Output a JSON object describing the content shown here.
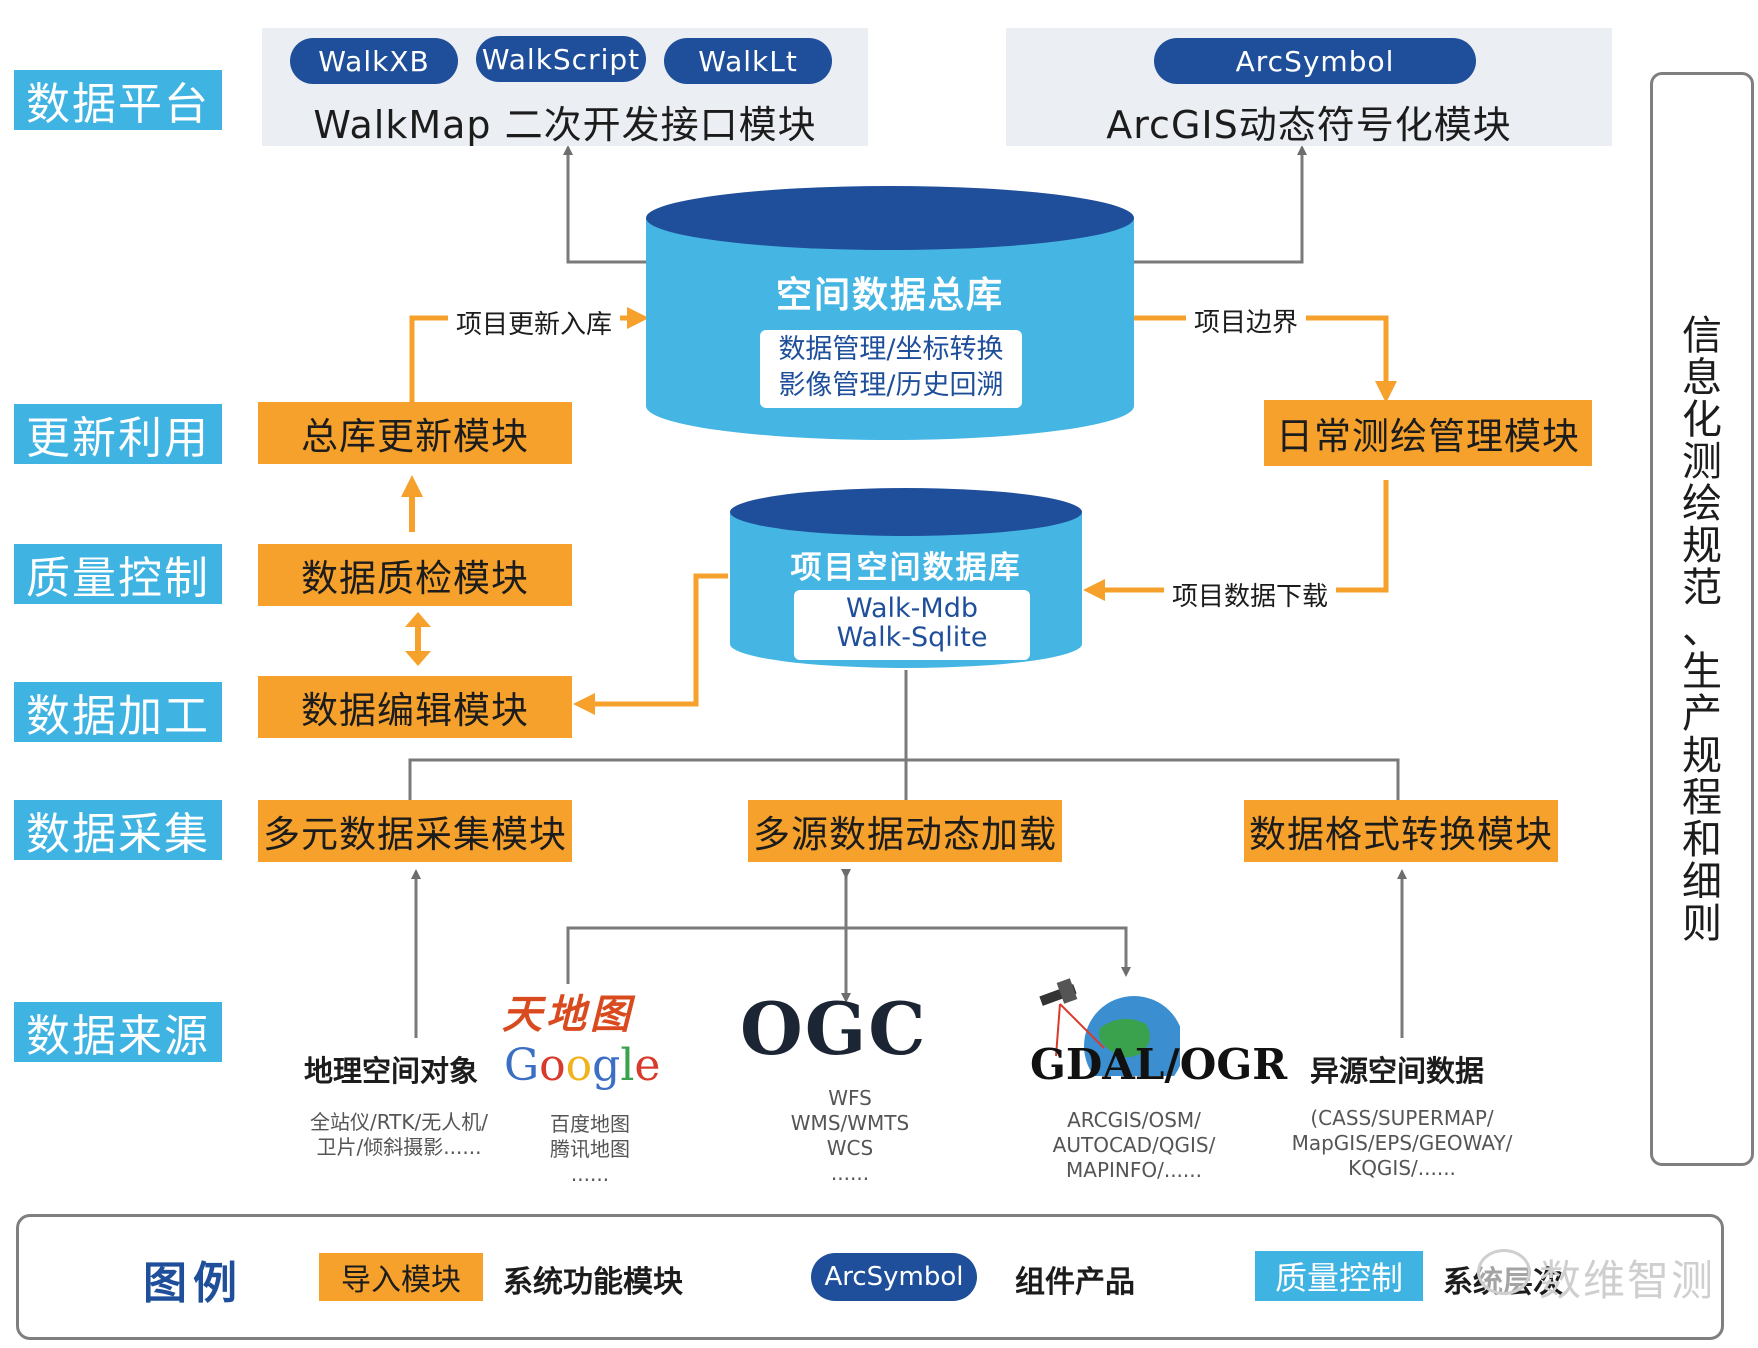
{
  "layers": [
    "数据平台",
    "更新利用",
    "质量控制",
    "数据加工",
    "数据采集",
    "数据来源"
  ],
  "platform_left": {
    "pills": [
      "WalkXB",
      "WalkScript",
      "WalkLt"
    ],
    "title": "WalkMap 二次开发接口模块"
  },
  "platform_right": {
    "pills": [
      "ArcSymbol"
    ],
    "title": "ArcGIS动态符号化模块"
  },
  "main_db": {
    "title": "空间数据总库",
    "lines": [
      "数据管理/坐标转换",
      "影像管理/历史回溯"
    ]
  },
  "project_db": {
    "title": "项目空间数据库",
    "lines": [
      "Walk-Mdb",
      "Walk-Sqlite"
    ]
  },
  "modules": {
    "update": "总库更新模块",
    "qc": "数据质检模块",
    "edit": "数据编辑模块",
    "collect": "多元数据采集模块",
    "load": "多源数据动态加载",
    "convert": "数据格式转换模块",
    "survey": "日常测绘管理模块"
  },
  "edge_labels": {
    "update_in": "项目更新入库",
    "boundary": "项目边界",
    "download": "项目数据下载"
  },
  "sources": {
    "geo": {
      "title": "地理空间对象",
      "lines": [
        "全站仪/RTK/无人机/",
        "卫片/倾斜摄影......"
      ]
    },
    "maps": {
      "logo_tianditu": "天地图",
      "logo_google": "Google",
      "lines": [
        "百度地图",
        "腾讯地图",
        "......"
      ]
    },
    "ogc": {
      "logo": "OGC",
      "lines": [
        "WFS",
        "WMS/WMTS",
        "WCS",
        "......"
      ]
    },
    "gdal": {
      "logo": "GDAL/OGR",
      "lines": [
        "ARCGIS/OSM/",
        "AUTOCAD/QGIS/",
        "MAPINFO/......"
      ]
    },
    "hetero": {
      "title": "异源空间数据",
      "lines": [
        "(CASS/SUPERMAP/",
        "MapGIS/EPS/GEOWAY/",
        "KQGIS/......"
      ]
    }
  },
  "side_text": [
    "信",
    "息",
    "化",
    "测",
    "绘",
    "规",
    "范",
    "、",
    "生",
    "产",
    "规",
    "程",
    "和",
    "细",
    "则"
  ],
  "legend": {
    "title": "图例",
    "module_sample": "导入模块",
    "module_desc": "系统功能模块",
    "component_sample": "ArcSymbol",
    "component_desc": "组件产品",
    "layer_sample": "质量控制",
    "layer_desc": "系统层次",
    "watermark": "数维智测"
  },
  "colors": {
    "orange": "#f5a12c",
    "blue": "#3fb3e1",
    "navy": "#1f4f9a",
    "cyl": "#45b6e4",
    "cyl_top": "#1f4f9a"
  }
}
